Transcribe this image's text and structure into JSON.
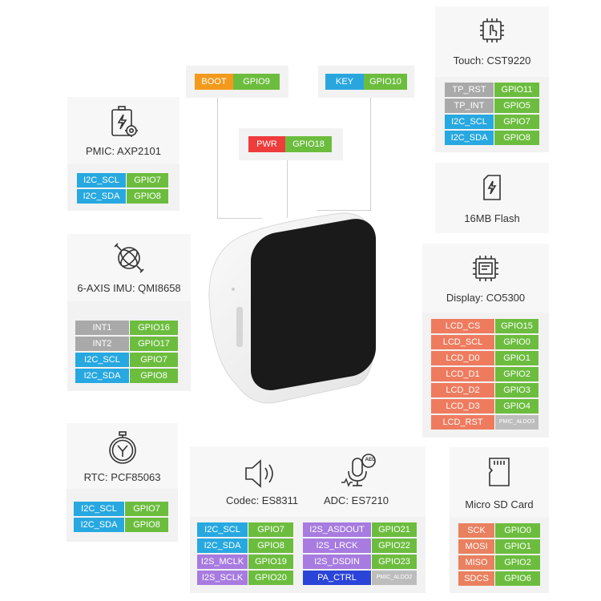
{
  "buttons": {
    "boot": {
      "name": "BOOT",
      "gpio": "GPIO9"
    },
    "key": {
      "name": "KEY",
      "gpio": "GPIO10"
    },
    "pwr": {
      "name": "PWR",
      "gpio": "GPIO18"
    }
  },
  "touch": {
    "title": "Touch: CST9220",
    "icon": "touch-chip-icon",
    "rows": [
      {
        "pin": "TP_RST",
        "gpio": "GPIO11",
        "kind": "gray"
      },
      {
        "pin": "TP_INT",
        "gpio": "GPIO5",
        "kind": "gray"
      },
      {
        "pin": "I2C_SCL",
        "gpio": "GPIO7",
        "kind": "i2c"
      },
      {
        "pin": "I2C_SDA",
        "gpio": "GPIO8",
        "kind": "i2c"
      }
    ]
  },
  "pmic": {
    "title": "PMIC: AXP2101",
    "icon": "battery-gear-icon",
    "rows": [
      {
        "pin": "I2C_SCL",
        "gpio": "GPIO7",
        "kind": "i2c"
      },
      {
        "pin": "I2C_SDA",
        "gpio": "GPIO8",
        "kind": "i2c"
      }
    ]
  },
  "flash": {
    "title": "16MB Flash",
    "icon": "sd-flash-icon"
  },
  "imu": {
    "title": "6-AXIS IMU: QMI8658",
    "icon": "gyroscope-icon",
    "rows": [
      {
        "pin": "INT1",
        "gpio": "GPIO16",
        "kind": "gray"
      },
      {
        "pin": "INT2",
        "gpio": "GPIO17",
        "kind": "gray"
      },
      {
        "pin": "I2C_SCL",
        "gpio": "GPIO7",
        "kind": "i2c"
      },
      {
        "pin": "I2C_SDA",
        "gpio": "GPIO8",
        "kind": "i2c"
      }
    ]
  },
  "display": {
    "title": "Display: CO5300",
    "icon": "display-chip-icon",
    "rows": [
      {
        "pin": "LCD_CS",
        "gpio": "GPIO15",
        "kind": "lcd"
      },
      {
        "pin": "LCD_SCL",
        "gpio": "GPIO0",
        "kind": "lcd"
      },
      {
        "pin": "LCD_D0",
        "gpio": "GPIO1",
        "kind": "lcd"
      },
      {
        "pin": "LCD_D1",
        "gpio": "GPIO2",
        "kind": "lcd"
      },
      {
        "pin": "LCD_D2",
        "gpio": "GPIO3",
        "kind": "lcd"
      },
      {
        "pin": "LCD_D3",
        "gpio": "GPIO4",
        "kind": "lcd"
      },
      {
        "pin": "LCD_RST",
        "gpio": "PMIC_ALDO3",
        "kind": "lcd",
        "gpio_kind": "pmic"
      }
    ]
  },
  "rtc": {
    "title": "RTC: PCF85063",
    "icon": "stopwatch-icon",
    "rows": [
      {
        "pin": "I2C_SCL",
        "gpio": "GPIO7",
        "kind": "i2c"
      },
      {
        "pin": "I2C_SDA",
        "gpio": "GPIO8",
        "kind": "i2c"
      }
    ]
  },
  "audio": {
    "codec_title": "Codec: ES8311",
    "codec_icon": "speaker-icon",
    "adc_title": "ADC: ES7210",
    "adc_icon": "microphone-aec-icon",
    "adc_icon_label": "AEC",
    "codec_rows": [
      {
        "pin": "I2C_SCL",
        "gpio": "GPIO7",
        "kind": "i2c"
      },
      {
        "pin": "I2C_SDA",
        "gpio": "GPIO8",
        "kind": "i2c"
      },
      {
        "pin": "I2S_MCLK",
        "gpio": "GPIO19",
        "kind": "i2s"
      },
      {
        "pin": "I2S_SCLK",
        "gpio": "GPIO20",
        "kind": "i2s"
      }
    ],
    "adc_rows": [
      {
        "pin": "I2S_ASDOUT",
        "gpio": "GPIO21",
        "kind": "i2s"
      },
      {
        "pin": "I2S_LRCK",
        "gpio": "GPIO22",
        "kind": "i2s"
      },
      {
        "pin": "I2S_DSDIN",
        "gpio": "GPIO23",
        "kind": "i2s"
      },
      {
        "pin": "PA_CTRL",
        "gpio": "PMIC_ALDO2",
        "kind": "pa",
        "gpio_kind": "pmic"
      }
    ]
  },
  "sdcard": {
    "title": "Micro SD Card",
    "icon": "micro-sd-card-icon",
    "rows": [
      {
        "pin": "SCK",
        "gpio": "GPIO0",
        "kind": "sd"
      },
      {
        "pin": "MOSI",
        "gpio": "GPIO1",
        "kind": "sd"
      },
      {
        "pin": "MISO",
        "gpio": "GPIO2",
        "kind": "sd"
      },
      {
        "pin": "SDCS",
        "gpio": "GPIO6",
        "kind": "sd"
      }
    ]
  },
  "colors": {
    "i2c": "#27a8e0",
    "gpio": "#6cbd3e",
    "gray": "#a9a9a9",
    "lcd": "#ef7b5f",
    "sd": "#e9805f",
    "i2s": "#a77be0",
    "pa": "#2b44d8",
    "pmic": "#bdbdbd",
    "boot": "#f39a1d",
    "pwr": "#ee3b3b",
    "key": "#2aa6df"
  }
}
